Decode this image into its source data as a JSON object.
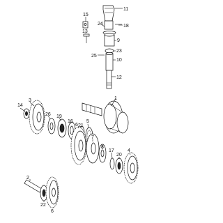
{
  "callouts": [
    "1",
    "2",
    "3",
    "4",
    "5",
    "6",
    "6",
    "7",
    "8",
    "9",
    "10",
    "11",
    "12",
    "13",
    "14",
    "15",
    "16",
    "17",
    "18",
    "19",
    "20",
    "21",
    "22",
    "23",
    "24",
    "25",
    "26"
  ]
}
